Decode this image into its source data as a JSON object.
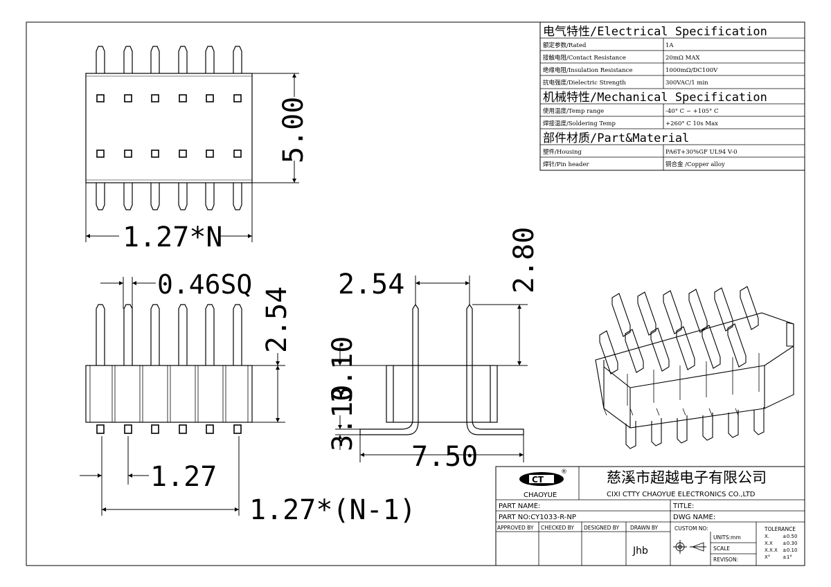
{
  "dimensions": {
    "height_top": "5.00",
    "width_top": "1.27*N",
    "pin_sq": "0.46SQ",
    "row_pitch_front": "2.54",
    "pitch_side": "2.54",
    "pin_above_side": "2.80",
    "body_height_side": "3.10",
    "foot_height_side": "3.10",
    "foot_span_side": "7.50",
    "pitch_bottom": "1.27",
    "overall_bottom": "1.27*(N-1)"
  },
  "spec_table": {
    "electrical_header": "电气特性/Electrical Specification",
    "electrical_rows": [
      {
        "label": "额定参数/Rated",
        "value": "1A"
      },
      {
        "label": "接触电阻/Contact Resistance",
        "value": "20mΩ MAX"
      },
      {
        "label": "绝缘电阻/Insulation Resistance",
        "value": "1000mΩ/DC100V"
      },
      {
        "label": "抗电强度/Dielectric Strength",
        "value": "300VAC/1 min"
      }
    ],
    "mechanical_header": "机械特性/Mechanical Specification",
    "mechanical_rows": [
      {
        "label": "使用温度/Temp range",
        "value": "-40° C ~ +105° C"
      },
      {
        "label": "焊接温度/Soldering Temp",
        "value": "+260° C  10s Max"
      }
    ],
    "material_header": "部件材质/Part&Material",
    "material_rows": [
      {
        "label": "塑件/Housing",
        "value": "PA6T+30%GF  UL94  V-0"
      },
      {
        "label": "焊针/Pin header",
        "value": "铜合金 /Copper alloy"
      }
    ]
  },
  "title_block": {
    "logo_text": "CHAOYUE",
    "company_cn": "慈溪市超越电子有限公司",
    "company_en": "CIXI CTTY CHAOYUE ELECTRONICS CO.,LTD",
    "part_name": "PART NAME:",
    "title": "TITLE:",
    "part_no": "PART NO:CY1033-R-NP",
    "dwg_name": "DWG NAME:",
    "approved_by": "APPROVED BY",
    "checked_by": "CHECKED BY",
    "designed_by": "DESIGNED BY",
    "drawn_by": "DRAWN BY",
    "drawn_by_value": "Jhb",
    "custom_no": "CUSTOM NO:",
    "units": "UNITS:mm",
    "scale": "SCALE",
    "revision": "REVISON:",
    "tolerance_title": "TOLERANCE",
    "tolerances": [
      {
        "fmt": "X.",
        "val": "±0.50"
      },
      {
        "fmt": "X.X",
        "val": "±0.30"
      },
      {
        "fmt": "X.X.X",
        "val": "±0.10"
      },
      {
        "fmt": "X°",
        "val": "±1°"
      }
    ]
  }
}
